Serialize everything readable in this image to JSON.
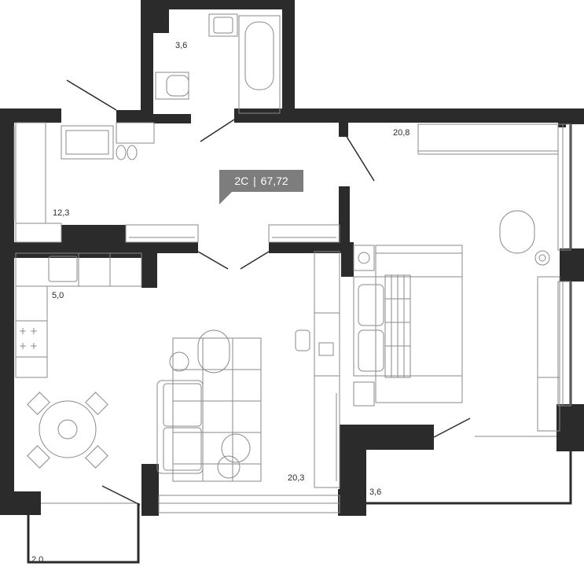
{
  "plan": {
    "type_label": "2С",
    "separator": "|",
    "total_area": "67,72",
    "rooms": [
      {
        "name": "bathroom",
        "area": "3,6"
      },
      {
        "name": "hallway",
        "area": "12,3"
      },
      {
        "name": "bedroom",
        "area": "20,8"
      },
      {
        "name": "kitchen-zone",
        "area": "5,0"
      },
      {
        "name": "living-room",
        "area": "20,3"
      },
      {
        "name": "loggia-right",
        "area": "3,6"
      },
      {
        "name": "balcony-left",
        "area": "2,0"
      }
    ]
  },
  "colors": {
    "wall": "#2b2b2b",
    "furniture_line": "#8a8a8a",
    "badge_bg": "#7d7d7d",
    "badge_text": "#ffffff"
  }
}
